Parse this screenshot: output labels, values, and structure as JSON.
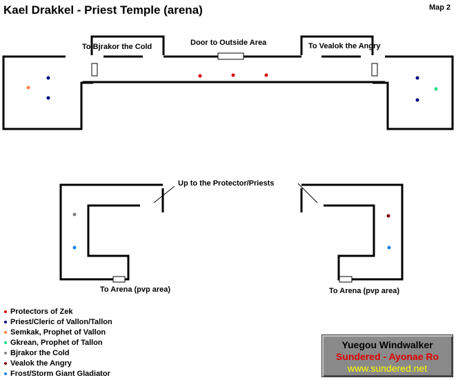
{
  "title": "Kael Drakkel - Priest Temple (arena)",
  "map_label": "Map 2",
  "labels": {
    "to_bjrakor": "To Bjrakor the Cold",
    "door_outside": "Door to Outside Area",
    "to_vealok": "To Vealok the Angry",
    "up_to_protector": "Up to the Protector/Priests",
    "to_arena_left": "To Arena (pvp area)",
    "to_arena_right": "To Arena (pvp area)"
  },
  "legend": [
    {
      "label": "Protectors of Zek",
      "color": "#d40000"
    },
    {
      "label": "Priest/Cleric of Vallon/Tallon",
      "color": "#000080"
    },
    {
      "label": "Semkak, Prophet of Vallon",
      "color": "#ff8040"
    },
    {
      "label": "Gkrean, Prophet of Tallon",
      "color": "#00e080"
    },
    {
      "label": "Bjrakor the Cold",
      "color": "#808080"
    },
    {
      "label": "Vealok the Angry",
      "color": "#800000"
    },
    {
      "label": "Frost/Storm Giant Gladiator",
      "color": "#1080e0"
    }
  ],
  "credit": {
    "author": "Yuegou Windwalker",
    "guild": "Sundered - Ayonae Ro",
    "url": "www.sundered.net"
  },
  "colors": {
    "wall": "#000000",
    "background": "#ffffff"
  }
}
